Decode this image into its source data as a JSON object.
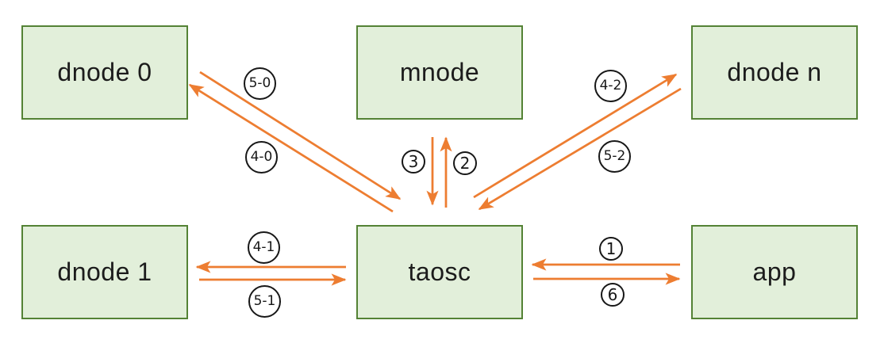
{
  "nodes": [
    {
      "id": "dnode0",
      "label": "dnode 0"
    },
    {
      "id": "mnode",
      "label": "mnode"
    },
    {
      "id": "dnoden",
      "label": "dnode n"
    },
    {
      "id": "dnode1",
      "label": "dnode 1"
    },
    {
      "id": "taosc",
      "label": "taosc"
    },
    {
      "id": "app",
      "label": "app"
    }
  ],
  "edges": [
    {
      "label": "5-0",
      "from": "dnode 0",
      "to": "taosc"
    },
    {
      "label": "4-0",
      "from": "taosc",
      "to": "dnode 0"
    },
    {
      "label": "3",
      "from": "mnode",
      "to": "taosc"
    },
    {
      "label": "2",
      "from": "taosc",
      "to": "mnode"
    },
    {
      "label": "4-2",
      "from": "taosc",
      "to": "dnode n"
    },
    {
      "label": "5-2",
      "from": "dnode n",
      "to": "taosc"
    },
    {
      "label": "4-1",
      "from": "taosc",
      "to": "dnode 1"
    },
    {
      "label": "5-1",
      "from": "dnode 1",
      "to": "taosc"
    },
    {
      "label": "1",
      "from": "app",
      "to": "taosc"
    },
    {
      "label": "6",
      "from": "taosc",
      "to": "app"
    }
  ],
  "colors": {
    "node_fill": "#e2efda",
    "node_border": "#548235",
    "arrow": "#ed7d31",
    "label_border": "#171717",
    "label_text": "#171717",
    "node_text": "#1c1c1c"
  }
}
